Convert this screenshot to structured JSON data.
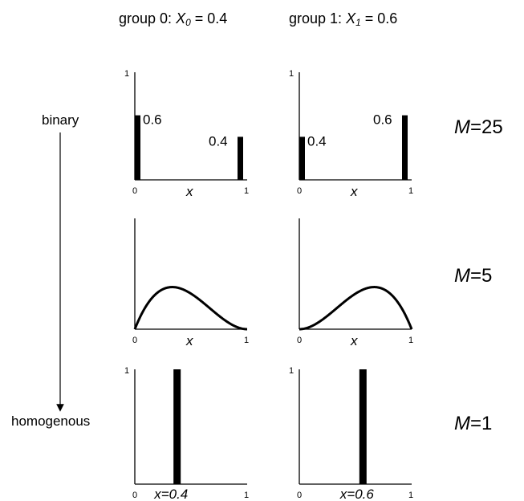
{
  "columns": [
    {
      "label_prefix": "group 0: ",
      "var": "X",
      "sub": "0",
      "label_suffix": " = 0.4"
    },
    {
      "label_prefix": "group 1: ",
      "var": "X",
      "sub": "1",
      "label_suffix": " = 0.6"
    }
  ],
  "side": {
    "top_label": "binary",
    "bottom_label": "homogenous"
  },
  "rows": [
    {
      "m_var": "M",
      "m_value": "=25"
    },
    {
      "m_var": "M",
      "m_value": "=5"
    },
    {
      "m_var": "M",
      "m_value": "=1"
    }
  ],
  "panels": {
    "binary": [
      {
        "bars": [
          {
            "x": 0,
            "height": 0.6,
            "label": "0.6"
          },
          {
            "x": 1,
            "height": 0.4,
            "label": "0.4"
          }
        ]
      },
      {
        "bars": [
          {
            "x": 0,
            "height": 0.4,
            "label": "0.4"
          },
          {
            "x": 1,
            "height": 0.6,
            "label": "0.6"
          }
        ]
      }
    ],
    "beta": [
      {
        "a": 2,
        "b": 3
      },
      {
        "a": 3,
        "b": 2
      }
    ],
    "spike": [
      {
        "x": 0.4,
        "label": "x=0.4"
      },
      {
        "x": 0.6,
        "label": "x=0.6"
      }
    ]
  },
  "axis": {
    "y_max_label": "1",
    "x_min_label": "0",
    "x_max_label": "1",
    "x_label": "x"
  }
}
